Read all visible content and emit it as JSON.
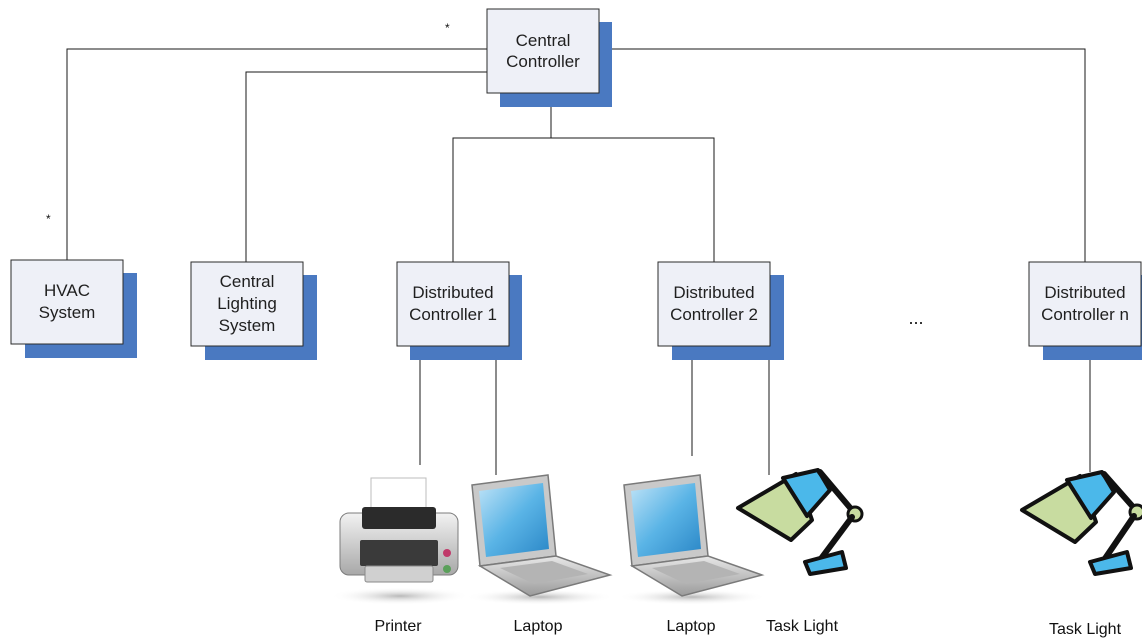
{
  "nodes": {
    "central": {
      "line1": "Central",
      "line2": "Controller"
    },
    "hvac": {
      "line1": "HVAC",
      "line2": "System"
    },
    "lighting": {
      "line1": "Central",
      "line2": "Lighting",
      "line3": "System"
    },
    "dc1": {
      "line1": "Distributed",
      "line2": "Controller 1"
    },
    "dc2": {
      "line1": "Distributed",
      "line2": "Controller 2"
    },
    "dcn": {
      "line1": "Distributed",
      "line2": "Controller n"
    }
  },
  "devices": {
    "printer": {
      "label": "Printer",
      "icon": "printer-icon"
    },
    "laptop1": {
      "label": "Laptop",
      "icon": "laptop-icon"
    },
    "laptop2": {
      "label": "Laptop",
      "icon": "laptop-icon"
    },
    "tasklight1": {
      "label": "Task Light",
      "icon": "desk-lamp-icon"
    },
    "tasklight2": {
      "label": "Task Light",
      "icon": "desk-lamp-icon"
    }
  },
  "ellipsis": "...",
  "marks": {
    "asterisk": "*"
  },
  "colors": {
    "box_fill": "#eef0f7",
    "box_shadow": "#4a79c1",
    "line": "#1a1a1a",
    "lamp_shade": "#c8dca0",
    "lamp_head": "#4bb8ea"
  }
}
